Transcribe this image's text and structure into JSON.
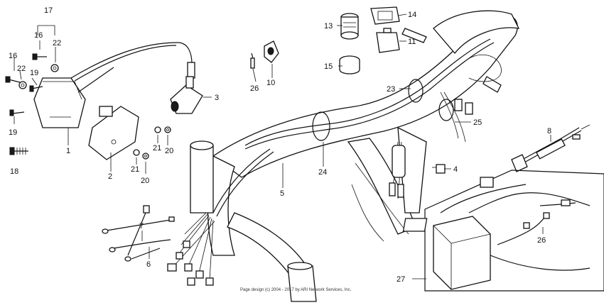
{
  "diagram": {
    "callouts": {
      "c1": "1",
      "c2": "2",
      "c3": "3",
      "c4": "4",
      "c5": "5",
      "c6": "6",
      "c7": "7",
      "c8": "8",
      "c10": "10",
      "c11": "11",
      "c13": "13",
      "c14": "14",
      "c15": "15",
      "c16a": "16",
      "c16b": "16",
      "c17": "17",
      "c18": "18",
      "c19a": "19",
      "c19b": "19",
      "c20a": "20",
      "c20b": "20",
      "c21a": "21",
      "c21b": "21",
      "c22a": "22",
      "c22b": "22",
      "c23": "23",
      "c24": "24",
      "c25": "25",
      "c26a": "26",
      "c26b": "26",
      "c27": "27"
    },
    "copyright": "Page design (c) 2004 - 2017 by ARI Network Services, Inc."
  }
}
